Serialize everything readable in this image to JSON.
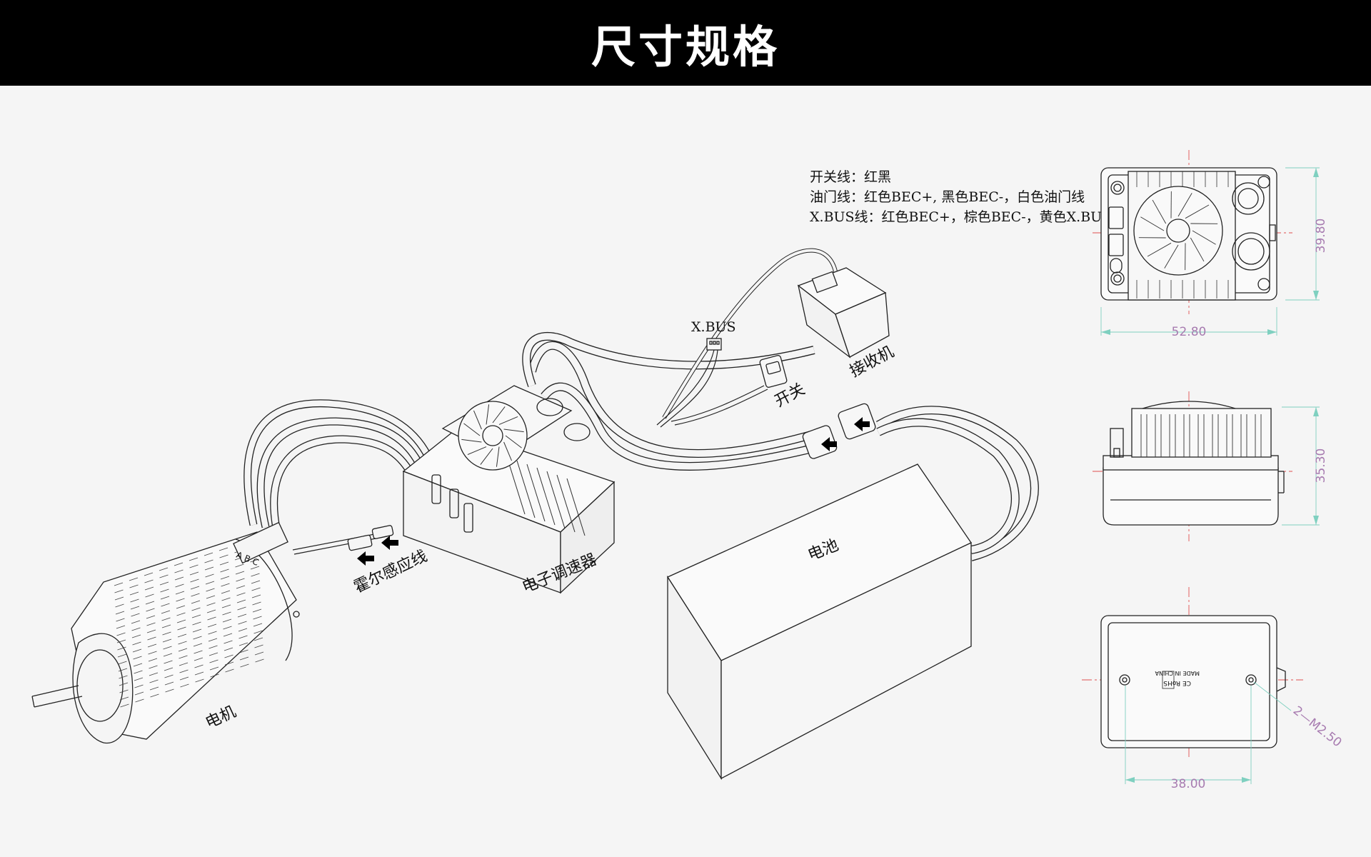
{
  "title": "尺寸规格",
  "notes": [
    "开关线：红黑",
    "油门线：红色BEC+, 黑色BEC-，白色油门线",
    "X.BUS线：红色BEC+，棕色BEC-，黄色X.BUS"
  ],
  "labels": {
    "xbus": "X.BUS",
    "receiver": "接收机",
    "switch": "开关",
    "hall_sensor": "霍尔感应线",
    "esc": "电子调速器",
    "battery": "电池",
    "motor": "电机",
    "motor_phases": "A B C"
  },
  "dimensions": {
    "top_width": "52.80",
    "top_height": "39.80",
    "side_height": "35.30",
    "bottom_width": "38.00",
    "screw": "2—M2.50"
  },
  "bottom_marks": {
    "made_in": "MADE IN CHINA",
    "cert": "CE RoHS"
  },
  "colors": {
    "header_bg": "#000000",
    "background": "#f5f5f5",
    "dimension": "#a77bb0",
    "dim_line": "#7fd0c0",
    "center_line": "#e05050",
    "outline": "#222222"
  }
}
